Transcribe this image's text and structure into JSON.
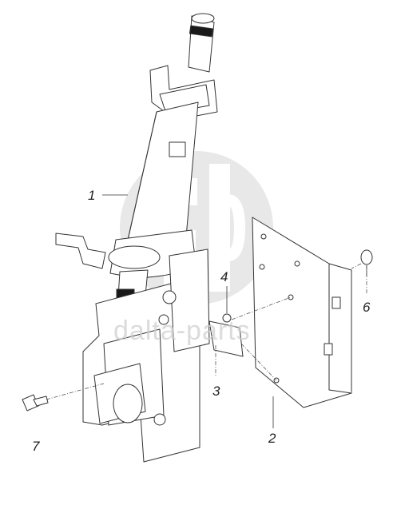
{
  "callouts": {
    "c1": "1",
    "c2": "2",
    "c3": "3",
    "c4": "4",
    "c6": "6",
    "c7": "7"
  },
  "watermark": {
    "text": "dalta-parts",
    "logo_icon": "gd-circle-logo",
    "color": "#cfcfcf"
  },
  "colors": {
    "line": "#333333",
    "fill": "#ffffff",
    "dark_part": "#1a1a1a"
  }
}
